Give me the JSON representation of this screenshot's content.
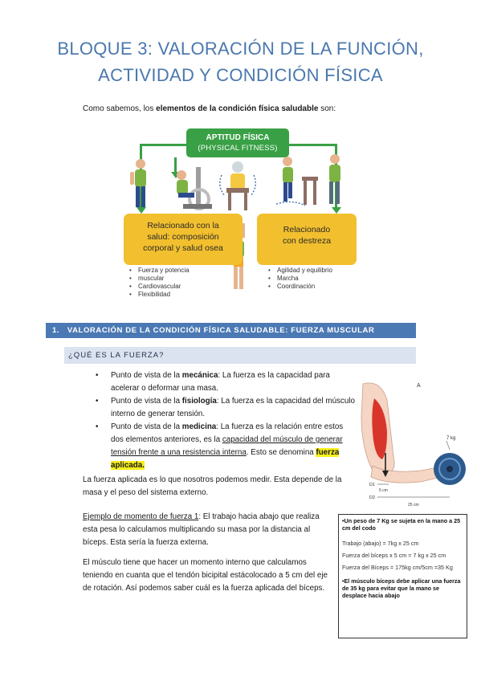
{
  "title": {
    "line1": "BLOQUE 3: VALORACIÓN DE LA FUNCIÓN,",
    "line2": "ACTIVIDAD Y CONDICIÓN FÍSICA"
  },
  "intro": {
    "before": "Como sabemos, los ",
    "bold": "elementos de la condición física saludable",
    "after": " son:"
  },
  "infographic": {
    "header_line1": "APTITUD FÍSICA",
    "header_line2": "(PHYSICAL FITNESS)",
    "left_panel": [
      "Relacionado con la",
      "salud: composición",
      "corporal y salud osea"
    ],
    "right_panel": [
      "Relacionado",
      "con destreza"
    ],
    "left_items": [
      "Fuerza y potencia",
      "muscular",
      "Cardiovascular",
      "Flexibilidad"
    ],
    "right_items": [
      "Agilidad y equilibrio",
      "Marcha",
      "Coordinación"
    ],
    "colors": {
      "green": "#39a046",
      "yellow": "#f2bf2e"
    }
  },
  "section": {
    "number": "1.",
    "title": "VALORACIÓN DE LA CONDICIÓN FÍSICA SALUDABLE: FUERZA MUSCULAR"
  },
  "subsection": {
    "title": "¿QUÉ ES LA FUERZA?"
  },
  "bullets": [
    {
      "pre": "Punto de vista de la ",
      "bold": "mecánica",
      "post": ": La fuerza es la capacidad para acelerar o deformar una masa."
    },
    {
      "pre": "Punto de vista de la ",
      "bold": "fisiología",
      "post": ": La fuerza es la capacidad del músculo interno de generar tensión."
    },
    {
      "pre": "Punto de vista de la ",
      "bold": "medicina",
      "post": ": La fuerza es la relación entre estos dos elementos anteriores, es la ",
      "underlined": "capacidad del músculo de generar tensión frente a una resistencia interna",
      "post2": ". Esto se denomina ",
      "highlight": "fuerza aplicada."
    }
  ],
  "paragraphs": {
    "p1": "La fuerza aplicada es lo que nosotros podemos medir. Esta depende de la masa y el peso del sistema externo.",
    "p2_title": "Ejemplo de momento de fuerza 1",
    "p2_body": ": El trabajo hacia abajo que realiza esta pesa lo calculamos multiplicando su masa por la distancia al bíceps. Esta sería la fuerza externa.",
    "p3": "El músculo tiene que hacer un momento interno que calculamos teniendo en cuanta que el tendón bicipital estácolocado a 5 cm del eje de rotación. Así podemos saber cuál es la fuerza aplicada del bíceps."
  },
  "arm_figure": {
    "label_a": "A",
    "weight": "7 kg",
    "d1": "D1",
    "d2": "D2",
    "dist1": "5 cm",
    "dist2": "25 cm"
  },
  "info_box": {
    "heading": "•Un peso de 7 Kg se sujeta en la mano a 25 cm del codo",
    "line1": "Trabajo (abajo) = 7kg x 25 cm",
    "line2": "Fuerza del bíceps x 5 cm = 7 kg x 25 cm",
    "line3": "Fuerza del Bíceps = 175kg cm/5cm =35 Kg",
    "conclusion": "•El músculo bíceps debe  aplicar una fuerza de 35 kg para evitar que la mano se desplace hacia abajo"
  }
}
